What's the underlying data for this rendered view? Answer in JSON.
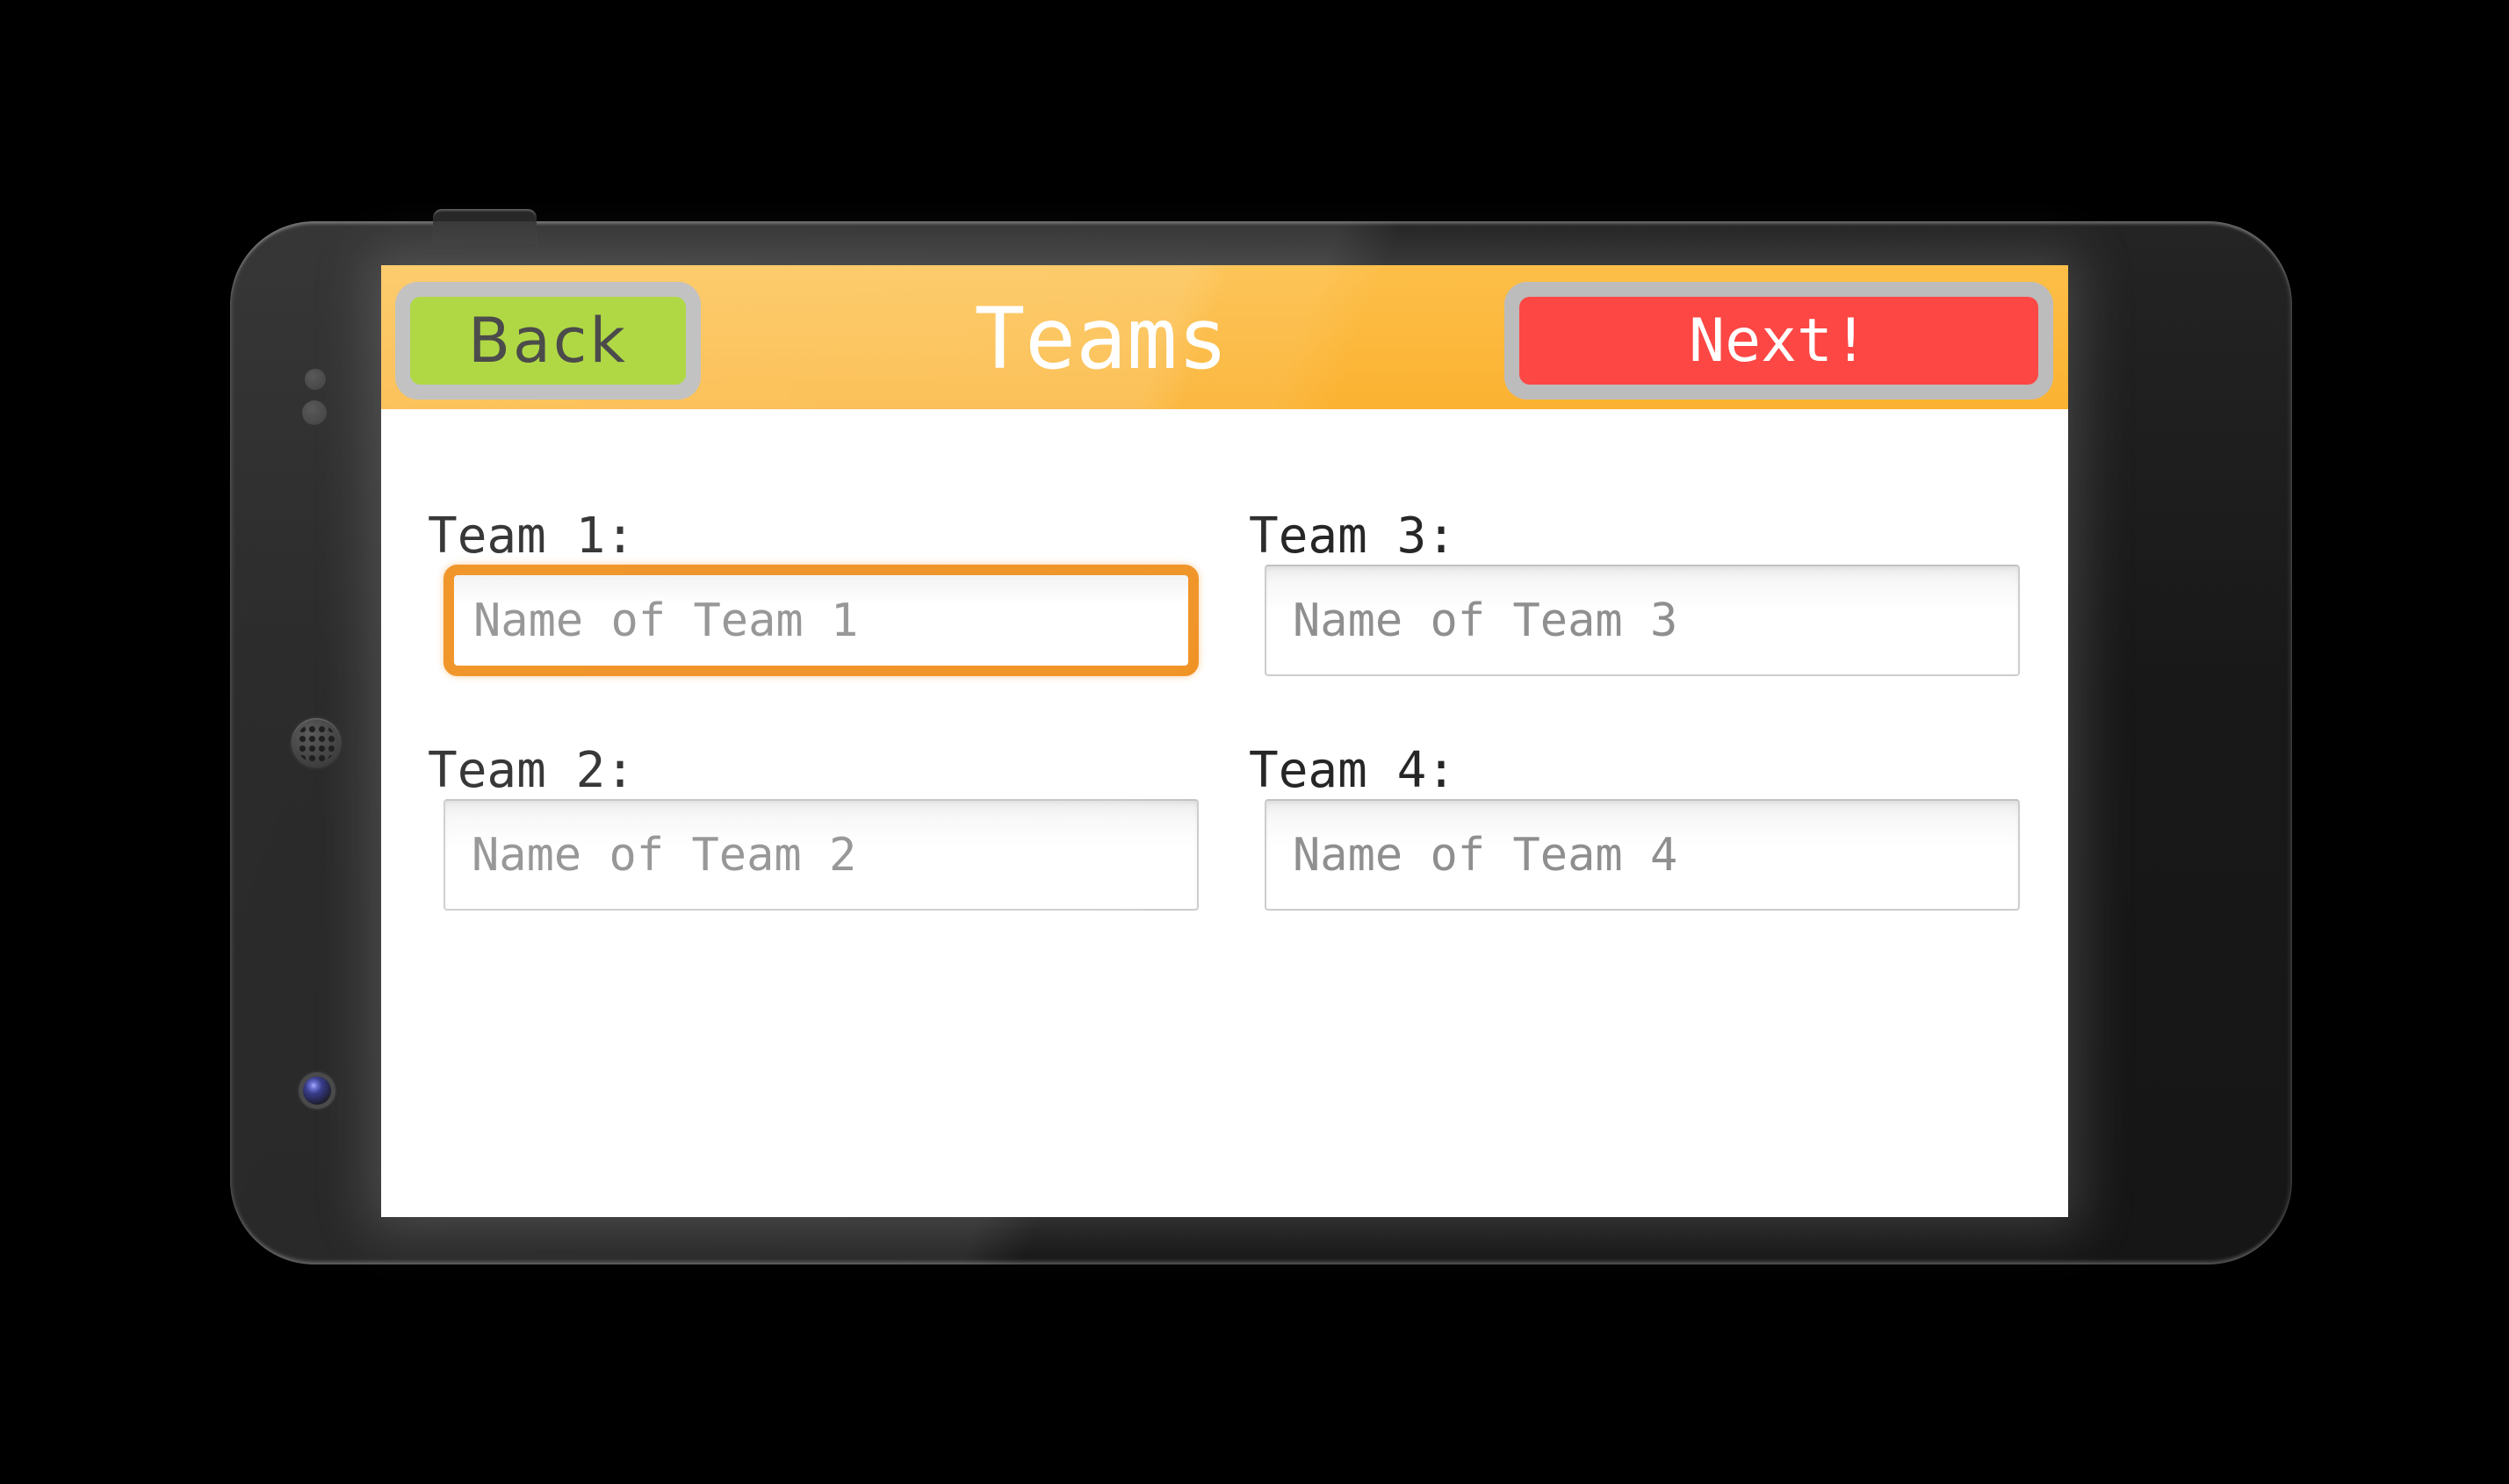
{
  "app": {
    "screen_title": "Teams"
  },
  "header": {
    "title": "Teams",
    "back_button": {
      "label": "Back"
    },
    "next_button": {
      "label": "Next!"
    }
  },
  "form": {
    "fields": [
      {
        "id": "team-1",
        "label": "Team 1:",
        "placeholder": "Name of Team 1",
        "value": "",
        "focused": true
      },
      {
        "id": "team-2",
        "label": "Team 2:",
        "placeholder": "Name of Team 2",
        "value": "",
        "focused": false
      },
      {
        "id": "team-3",
        "label": "Team 3:",
        "placeholder": "Name of Team 3",
        "value": "",
        "focused": false
      },
      {
        "id": "team-4",
        "label": "Team 4:",
        "placeholder": "Name of Team 4",
        "value": "",
        "focused": false
      }
    ]
  },
  "device": {
    "type": "phone-landscape-frame",
    "visible_hardware": [
      "power-button",
      "speaker-grille",
      "proximity-sensor-dots",
      "front-camera"
    ]
  },
  "colors": {
    "header_orange_top": "#fdbf49",
    "header_orange_bottom": "#fbb231",
    "back_green": "#a9d434",
    "next_red": "#fc4744",
    "button_border_gray": "#bcbcbc",
    "focused_input_border": "#ef8c18",
    "input_border_gray": "#cdcdcd",
    "placeholder_gray": "#8f8f8f",
    "label_dark": "#262626",
    "title_white": "#ffffff"
  }
}
